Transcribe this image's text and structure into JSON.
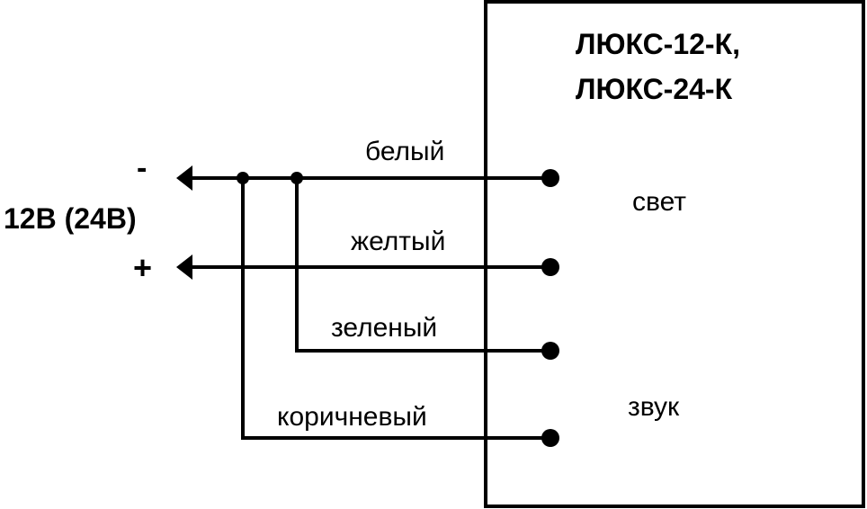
{
  "device": {
    "title_line1": "ЛЮКС-12-К,",
    "title_line2": "ЛЮКС-24-К"
  },
  "power": {
    "minus": "-",
    "voltage": "12В (24В)",
    "plus": "+"
  },
  "wires": {
    "white": "белый",
    "yellow": "желтый",
    "green": "зеленый",
    "brown": "коричневый"
  },
  "outputs": {
    "light": "свет",
    "sound": "звук"
  },
  "colors": {
    "line": "#000000",
    "background": "#ffffff"
  }
}
